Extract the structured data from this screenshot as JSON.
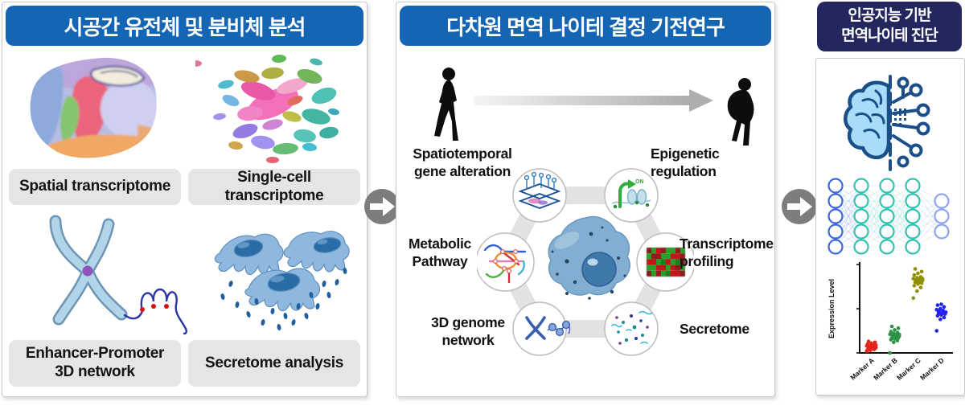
{
  "panels": {
    "genomics": {
      "title": "시공간 유전체 및 분비체 분석",
      "items": [
        {
          "label": "Spatial transcriptome",
          "icon": "brain-section"
        },
        {
          "label": "Single-cell transcriptome",
          "icon": "tsne-clusters"
        },
        {
          "label": "Enhancer-Promoter\n3D network",
          "icon": "chromosome-dna"
        },
        {
          "label": "Secretome analysis",
          "icon": "secreting-cells"
        }
      ]
    },
    "mechanism": {
      "title": "다차원 면역 나이테 결정 기전연구",
      "labels": {
        "top_left": "Spatiotemporal\ngene alteration",
        "top_right": "Epigenetic\nregulation",
        "left": "Metabolic\nPathway",
        "right": "Transcriptome\nprofiling",
        "bottom_left": "3D genome\nnetwork",
        "bottom_right": "Secretome"
      },
      "epigenetic_on_label": "ON"
    },
    "diagnosis": {
      "title": "인공지능 기반\n면역나이테 진단",
      "neural_network_layers": [
        5,
        5,
        5,
        5,
        3
      ]
    }
  },
  "colors": {
    "header_blue": "#1565b5",
    "header_navy": "#23275e",
    "label_box_gray": "#e5e5e5",
    "flow_arrow_gray": "#7d7d7d",
    "hex_ring_gray": "#e2e2e2",
    "cell_blue": "#82aed2",
    "nn_input_blue": "#3b68e0",
    "nn_hidden_teal": "#2fc4b2",
    "nn_output_lavender": "#8ea4ee"
  },
  "chart_data": {
    "type": "scatter",
    "title": "",
    "xlabel": "",
    "ylabel": "Expression Level",
    "categories": [
      "Marker A",
      "Marker B",
      "Marker C",
      "Marker D"
    ],
    "ylim": [
      0,
      100
    ],
    "grid": false,
    "legend": false,
    "series": [
      {
        "name": "Marker A",
        "color": "#e8231b",
        "values": [
          2,
          3,
          4,
          4,
          5,
          5,
          5,
          6,
          6,
          7,
          7,
          8,
          8,
          9,
          10,
          11,
          12,
          13,
          6,
          9
        ]
      },
      {
        "name": "Marker B",
        "color": "#2c9145",
        "values": [
          0,
          12,
          14,
          15,
          16,
          17,
          17,
          18,
          19,
          20,
          20,
          21,
          22,
          23,
          24,
          26,
          28,
          30,
          19,
          21
        ]
      },
      {
        "name": "Marker C",
        "color": "#8f8f00",
        "values": [
          62,
          70,
          74,
          76,
          78,
          79,
          80,
          81,
          82,
          82,
          83,
          84,
          85,
          86,
          88,
          90,
          92,
          95,
          80,
          84
        ]
      },
      {
        "name": "Marker D",
        "color": "#2222ee",
        "values": [
          25,
          38,
          40,
          42,
          43,
          44,
          45,
          45,
          46,
          47,
          48,
          49,
          50,
          52,
          54,
          55,
          44,
          47
        ]
      }
    ]
  }
}
